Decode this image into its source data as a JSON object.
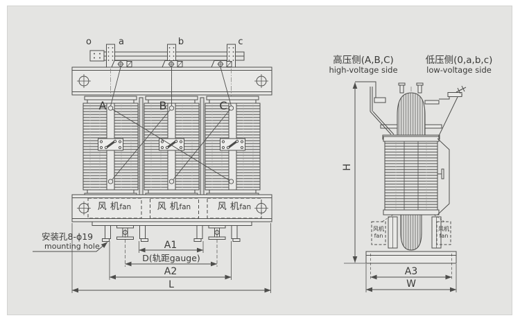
{
  "colors": {
    "panel_bg": "#e4e4e2",
    "line": "#4d4d4b",
    "text": "#3a3a38"
  },
  "front_view": {
    "lv_terminals": {
      "o": "o",
      "a": "a",
      "b": "b",
      "c": "c"
    },
    "phases": {
      "a": "A",
      "b": "B",
      "c": "C"
    },
    "fan_box_cn": "风 机",
    "fan_box_en": "fan",
    "mounting_hole_cn": "安装孔8-ϕ19",
    "mounting_hole_en": "mounting hole",
    "dim_a1": "A1",
    "dim_d": "D(轨距gauge)",
    "dim_a2": "A2",
    "dim_l": "L"
  },
  "side_view": {
    "hv_cn": "高压侧(A,B,C)",
    "hv_en": "high-voltage side",
    "lv_cn": "低压侧(0,a,b,c)",
    "lv_en": "low-voltage side",
    "fan_cn": "风机",
    "fan_en": "fan",
    "dim_h": "H",
    "dim_a3": "A3",
    "dim_w": "W"
  }
}
